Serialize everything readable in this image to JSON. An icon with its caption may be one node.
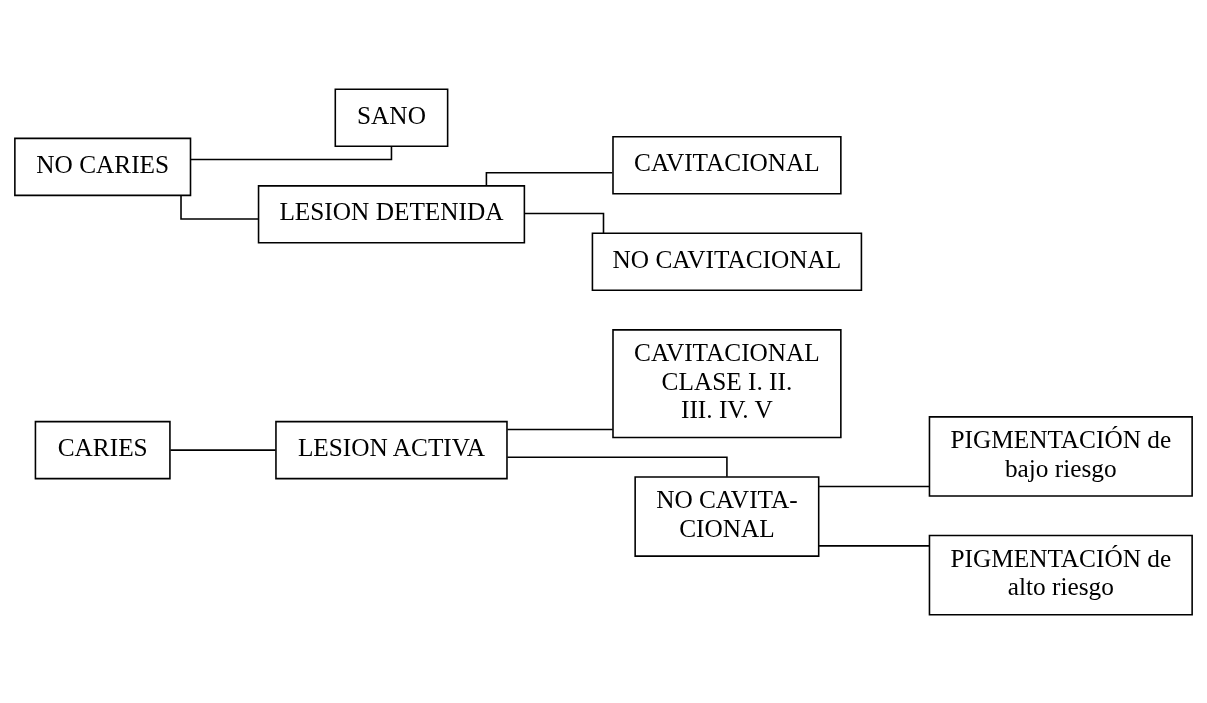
{
  "diagram": {
    "nodes": [
      {
        "text": [
          "CARIES"
        ]
      },
      {
        "text": [
          "LESION ACTIVA"
        ]
      },
      {
        "text": [
          "CAVITACIONAL CLASE I. II. III. IV. V"
        ]
      },
      {
        "text": [
          "NO CAVITA- CIONAL"
        ]
      },
      {
        "text": [
          "PIGMENTACIÓN de bajo riesgo"
        ]
      },
      {
        "text": [
          "PIGMENTACIÓN de alto riesgo"
        ]
      },
      {
        "text": [
          "NO CARIES"
        ]
      },
      {
        "text": [
          "SANO"
        ]
      },
      {
        "text": [
          "LESION DETENIDA"
        ]
      },
      {
        "text": [
          "CAVITACIONAL"
        ]
      },
      {
        "text": [
          "NO CAVITACIONAL"
        ]
      }
    ],
    "edges": [
      {
        "from": 0,
        "to": 1,
        "arrow": "none"
      },
      {
        "from": 1,
        "to": 2,
        "arrow": "none"
      },
      {
        "from": 1,
        "to": 3,
        "arrow": "none"
      },
      {
        "from": 3,
        "to": 4,
        "arrow": "none"
      },
      {
        "from": 3,
        "to": 5,
        "arrow": "none"
      },
      {
        "from": 6,
        "to": 7,
        "arrow": "none"
      },
      {
        "from": 6,
        "to": 8,
        "arrow": "none"
      },
      {
        "from": 8,
        "to": 9,
        "arrow": "none"
      },
      {
        "from": 8,
        "to": 10,
        "arrow": "none"
      }
    ]
  }
}
